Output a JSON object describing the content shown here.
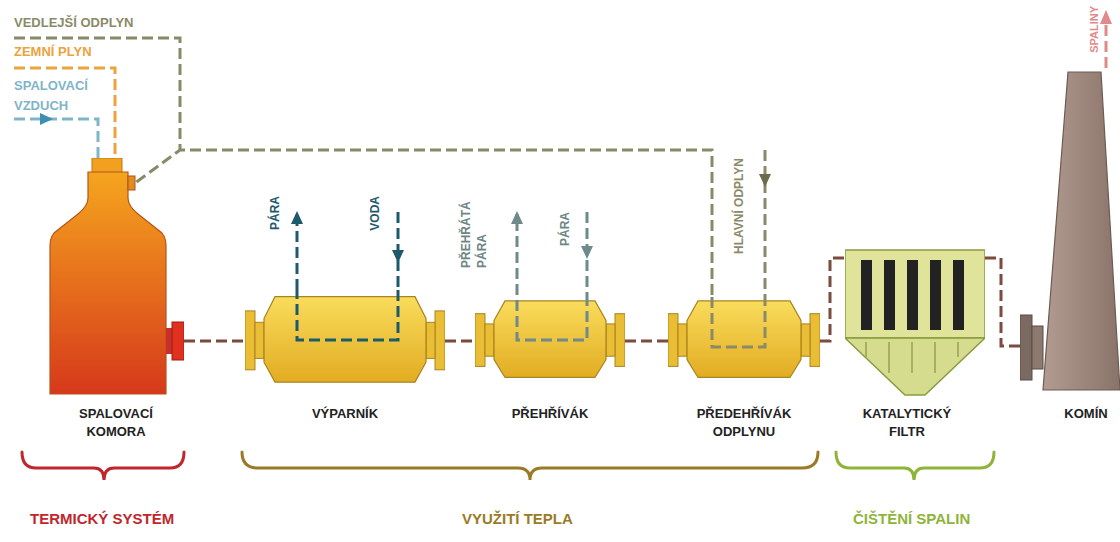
{
  "diagram": {
    "nodes": [
      {
        "text": [
          "SPALOVACÍ KOMORA"
        ]
      },
      {
        "text": [
          "VÝPARNÍK"
        ]
      },
      {
        "text": [
          "PŘEHŘÍVÁK"
        ]
      },
      {
        "text": [
          "PŘEDEHŘÍVÁK ODPLYNU"
        ]
      },
      {
        "text": [
          "KATALYTICKÝ FILTR"
        ]
      },
      {
        "text": [
          "KOMÍN"
        ]
      }
    ],
    "edges": [
      {
        "from": 0,
        "to": 1,
        "arrow": "none"
      },
      {
        "from": 1,
        "to": 2,
        "arrow": "none"
      },
      {
        "from": 2,
        "to": 3,
        "arrow": "none"
      },
      {
        "from": 3,
        "to": 4,
        "arrow": "none"
      },
      {
        "from": 4,
        "to": 5,
        "arrow": "none"
      },
      {
        "from": 3,
        "to": 0,
        "arrow": "none"
      }
    ],
    "labels": [
      "VEDLEJŠÍ ODPLYN",
      "ZEMNÍ PLYN",
      "SPALOVACÍ VZDUCH",
      "PÁRA",
      "VODA",
      "PŘEHŘÁTÁ PÁRA",
      "PÁRA",
      "HLAVNÍ ODPLYN",
      "SPALINY",
      "TERMICKÝ SYSTÉM",
      "VYUŽITÍ TEPLA",
      "ČIŠTĚNÍ SPALIN"
    ]
  }
}
